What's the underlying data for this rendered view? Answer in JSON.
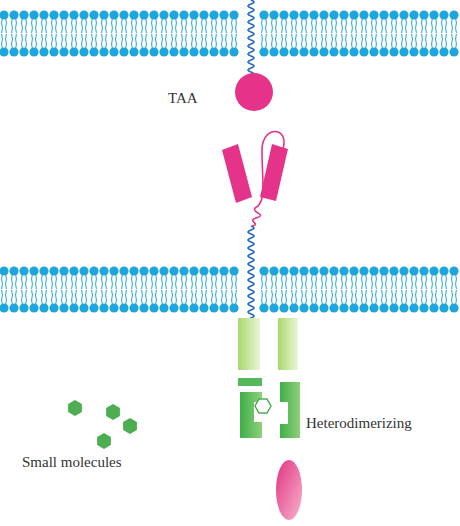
{
  "diagram": {
    "labels": [
      "TAA",
      "Heterodimerizing",
      "Small molecules"
    ]
  }
}
